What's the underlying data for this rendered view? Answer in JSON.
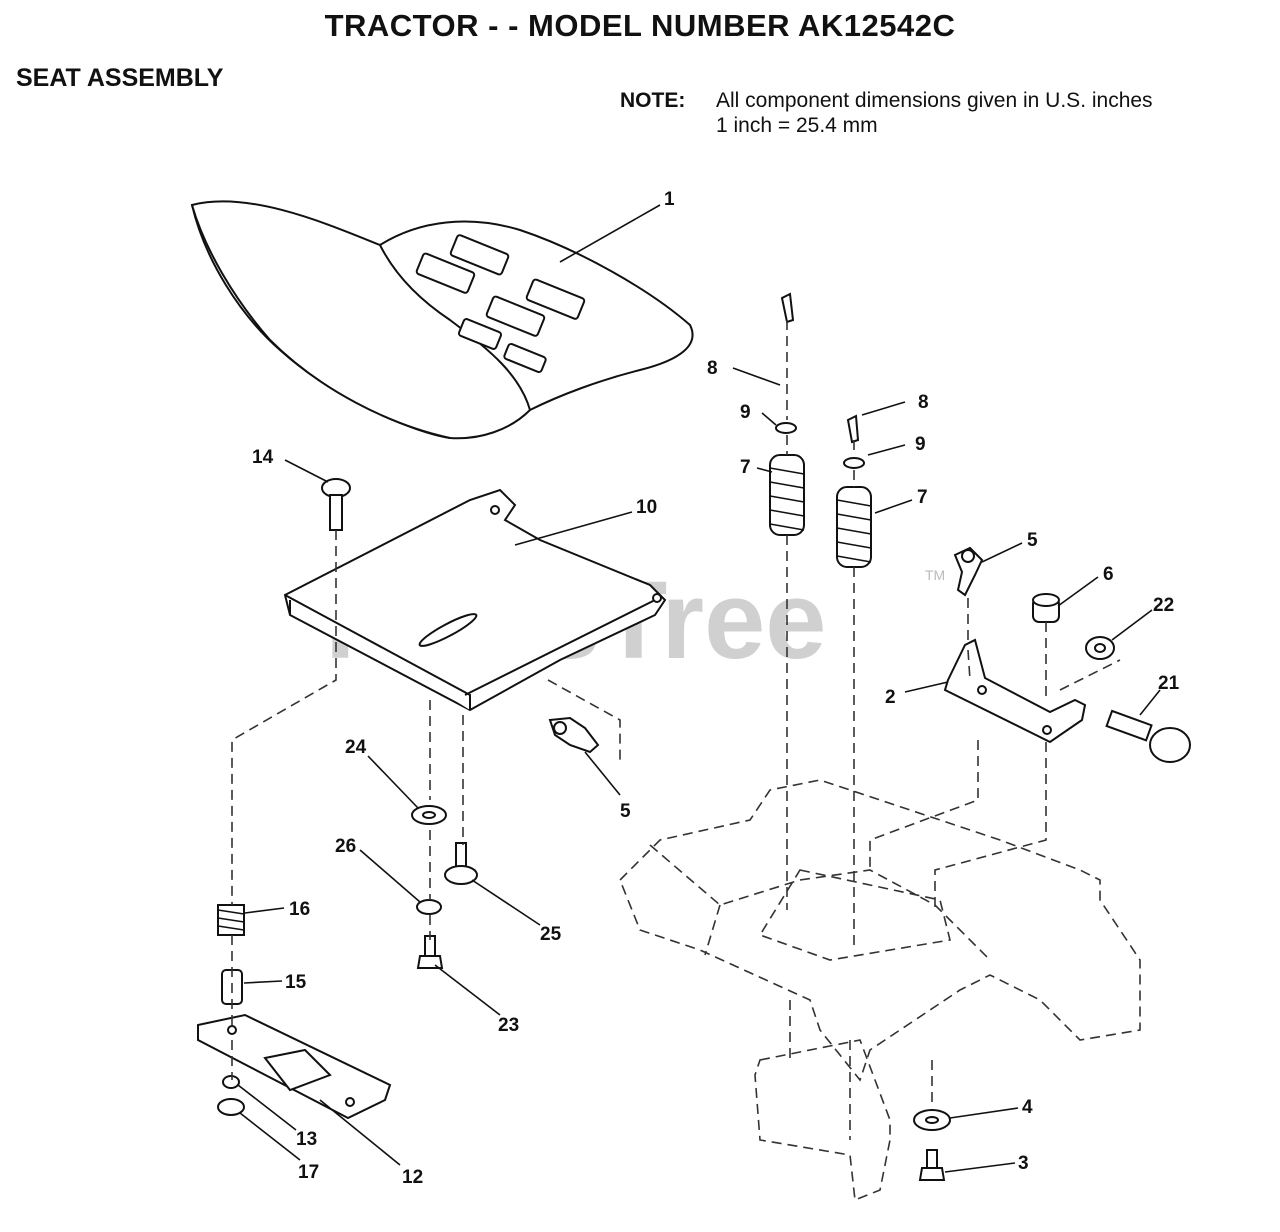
{
  "header": {
    "title": "TRACTOR - - MODEL NUMBER AK12542C",
    "section": "SEAT ASSEMBLY",
    "note_label": "NOTE:",
    "note_line1": "All component dimensions given in U.S. inches",
    "note_line2": "1 inch = 25.4 mm"
  },
  "watermark": {
    "text": "PartsTree",
    "tm": "TM"
  },
  "callouts": {
    "p1": "1",
    "p2": "2",
    "p3": "3",
    "p4": "4",
    "p5a": "5",
    "p5b": "5",
    "p6": "6",
    "p7a": "7",
    "p7b": "7",
    "p8a": "8",
    "p8b": "8",
    "p9a": "9",
    "p9b": "9",
    "p10": "10",
    "p12": "12",
    "p13": "13",
    "p14": "14",
    "p15": "15",
    "p16": "16",
    "p17": "17",
    "p21": "21",
    "p22": "22",
    "p23": "23",
    "p24": "24",
    "p25": "25",
    "p26": "26"
  }
}
